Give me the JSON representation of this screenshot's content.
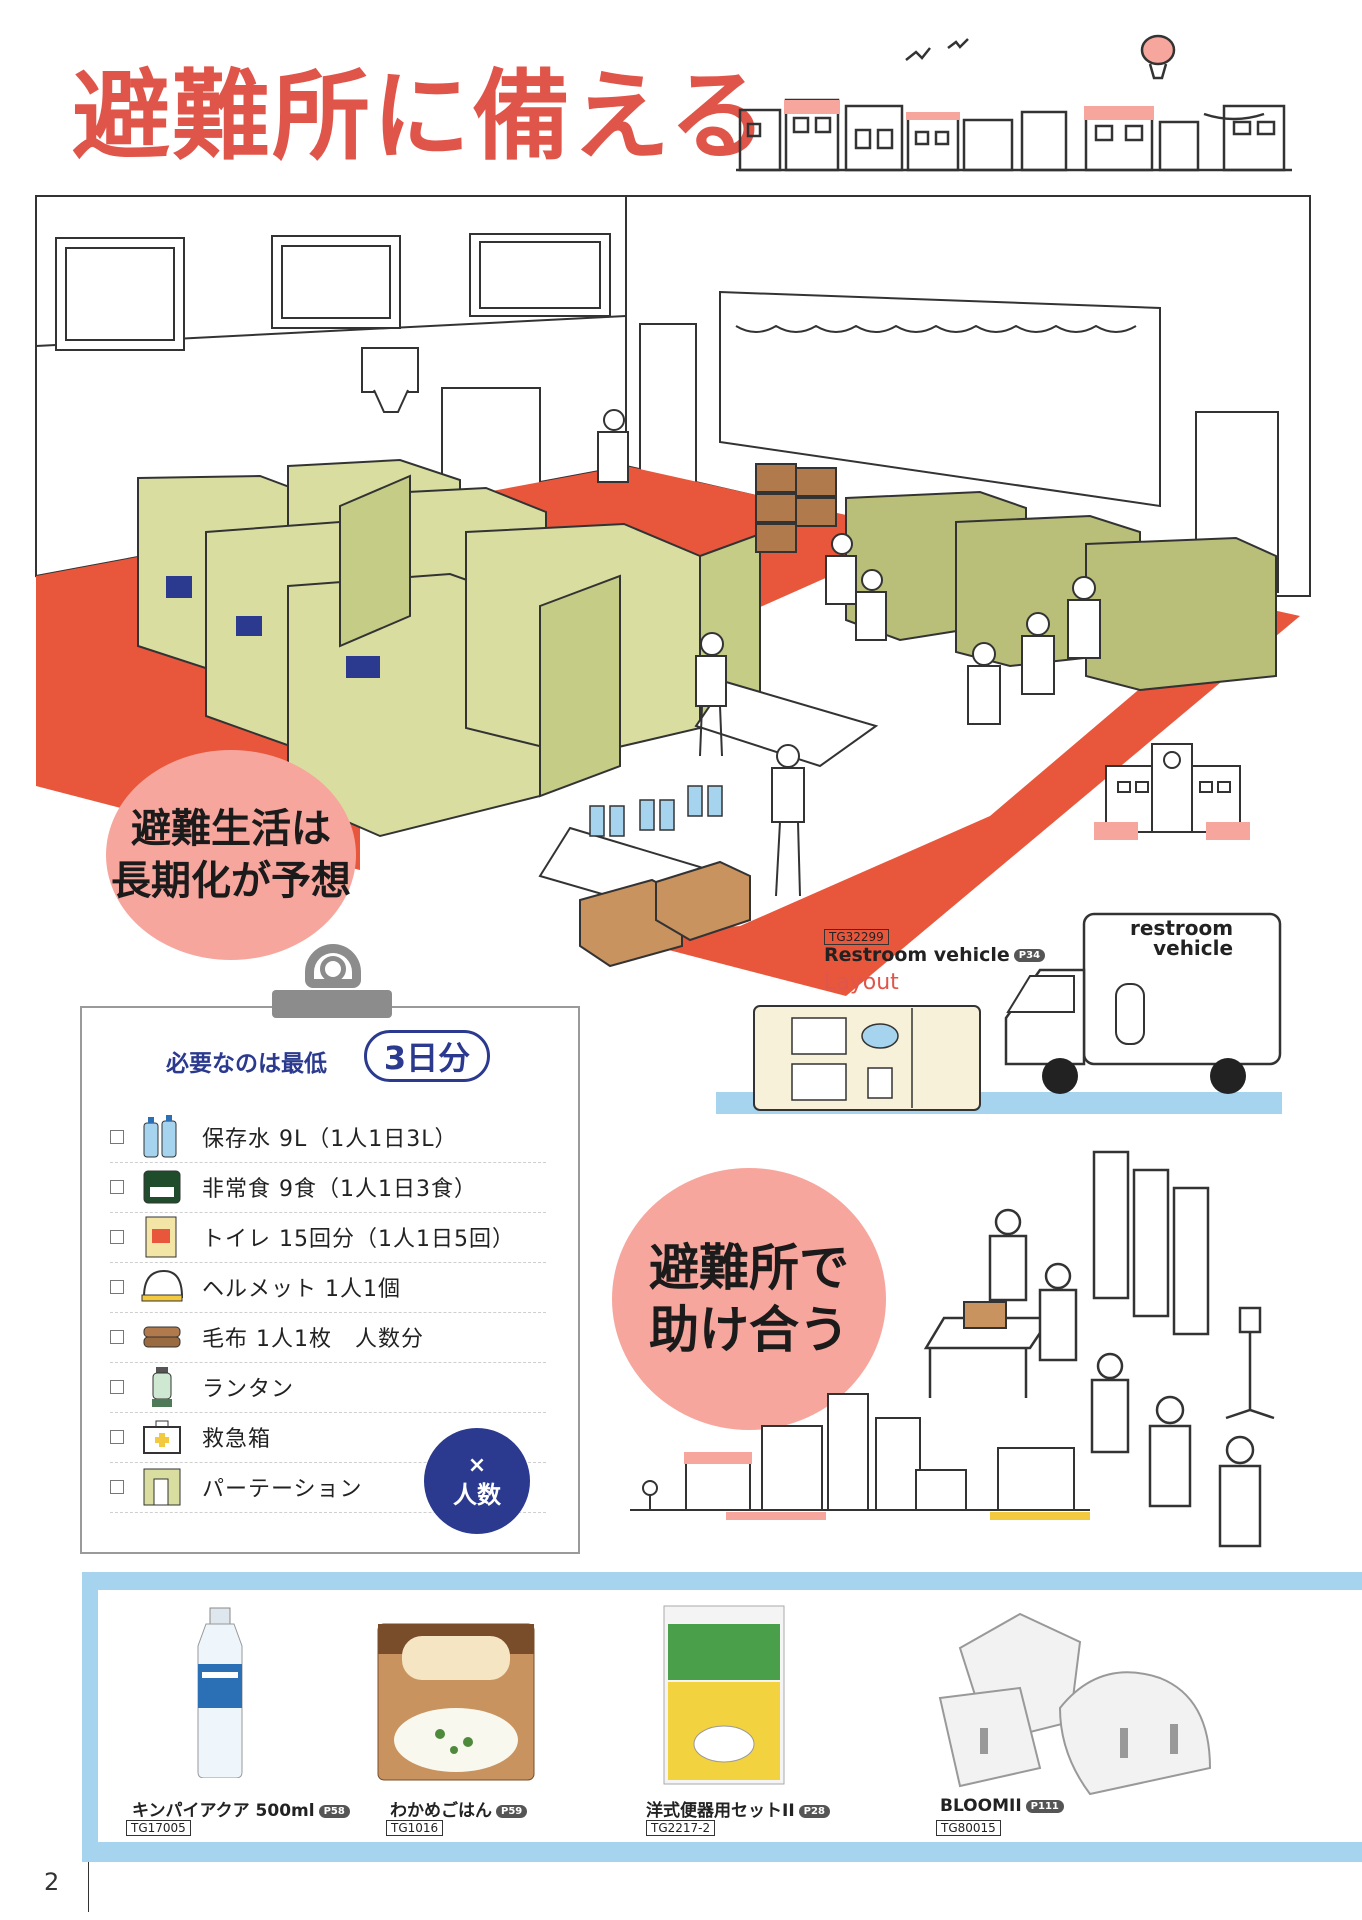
{
  "title": "避難所に備える",
  "circle1": {
    "line1": "避難生活は",
    "line2": "長期化が予想"
  },
  "circle2": {
    "line1": "避難所で",
    "line2": "助け合う"
  },
  "checklist": {
    "need_label": "必要なのは最低",
    "need_value": "3日分",
    "items": [
      {
        "icon": "water-bottles-icon",
        "text": "保存水 9L（1人1日3L）"
      },
      {
        "icon": "rice-pack-icon",
        "text": "非常食 9食（1人1日3食）"
      },
      {
        "icon": "toilet-kit-icon",
        "text": "トイレ 15回分（1人1日5回）"
      },
      {
        "icon": "helmet-icon",
        "text": "ヘルメット 1人1個"
      },
      {
        "icon": "blanket-icon",
        "text": "毛布 1人1枚　人数分"
      },
      {
        "icon": "lantern-icon",
        "text": "ランタン"
      },
      {
        "icon": "first-aid-box-icon",
        "text": "救急箱"
      },
      {
        "icon": "partition-icon",
        "text": "パーテーション"
      }
    ],
    "times_x": "×",
    "times_label": "人数"
  },
  "restroom": {
    "code": "TG32299",
    "title": "Restroom vehicle",
    "page": "P34",
    "layout_label": "Layout",
    "truck_label_line1": "restroom",
    "truck_label_line2": "vehicle"
  },
  "products": [
    {
      "name": "キンパイアクア 500ml",
      "page": "P58",
      "code": "TG17005"
    },
    {
      "name": "わかめごはん",
      "page": "P59",
      "code": "TG1016"
    },
    {
      "name": "洋式便器用セットII",
      "page": "P28",
      "code": "TG2217-2"
    },
    {
      "name": "BLOOMII",
      "page": "P111",
      "code": "TG80015"
    }
  ],
  "page_number": "2",
  "colors": {
    "title_red": "#e0554a",
    "floor_red": "#e8573c",
    "tent_green": "#d9dea0",
    "navy": "#2b3a8f",
    "pink": "#f7a69d",
    "sky": "#a6d4ef"
  }
}
